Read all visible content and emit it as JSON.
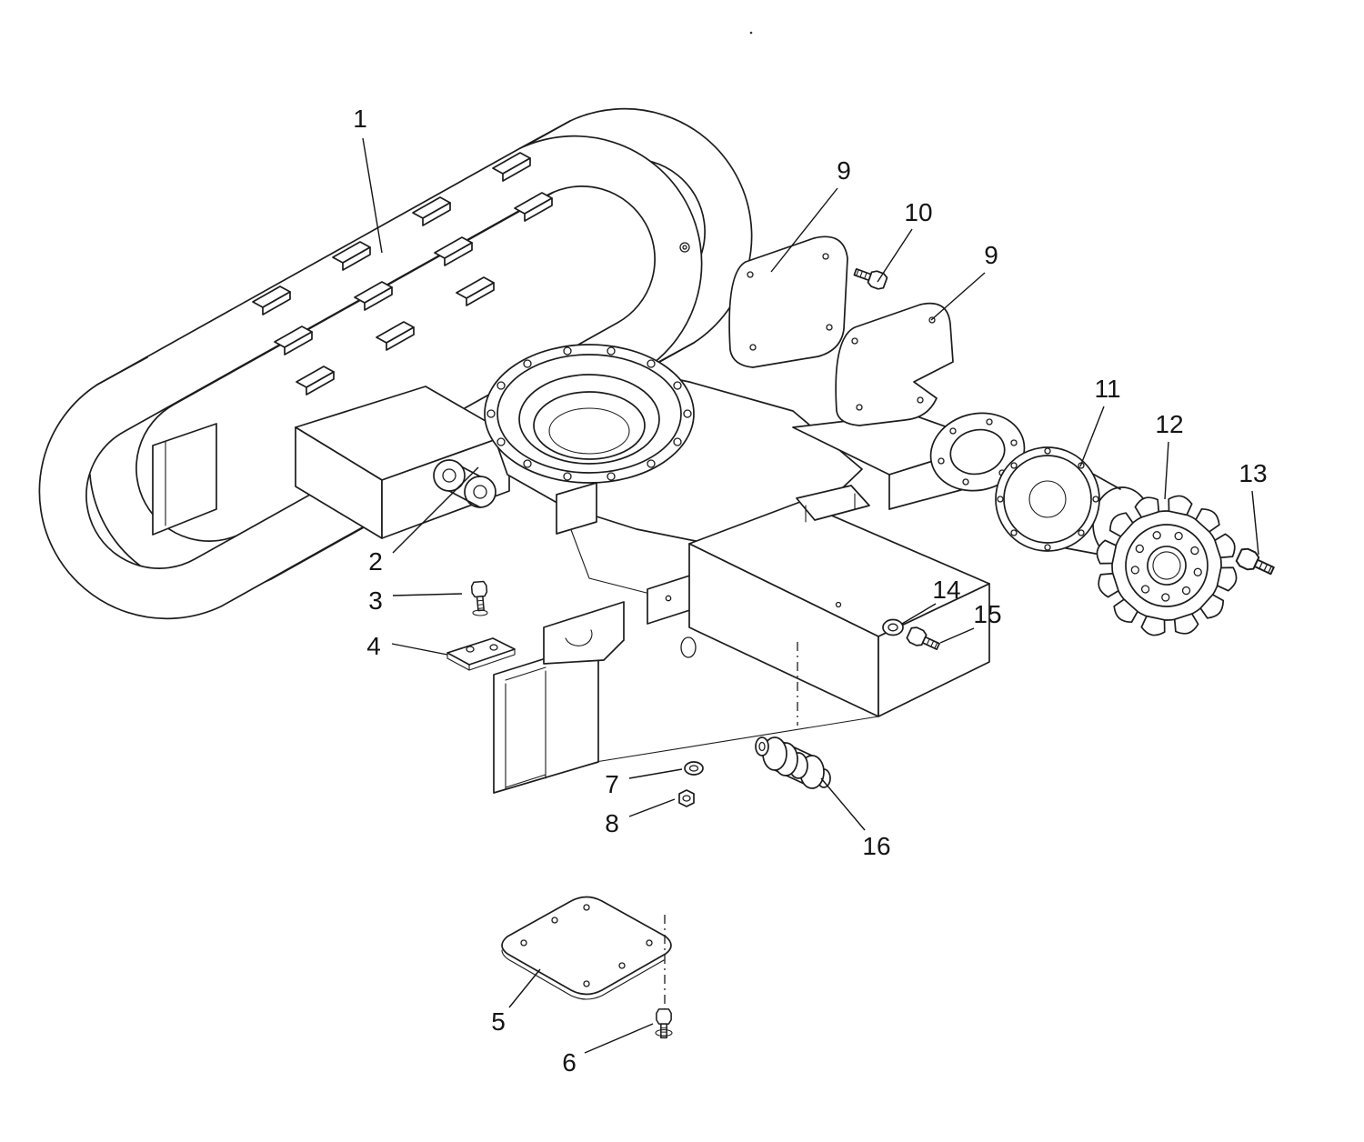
{
  "colors": {
    "line": "#1c1c1c",
    "background": "#ffffff"
  },
  "diagram": {
    "labels": [
      "1",
      "9",
      "10",
      "9",
      "11",
      "12",
      "13",
      "2",
      "3",
      "4",
      "14",
      "15",
      "7",
      "8",
      "16",
      "5",
      "6"
    ]
  }
}
